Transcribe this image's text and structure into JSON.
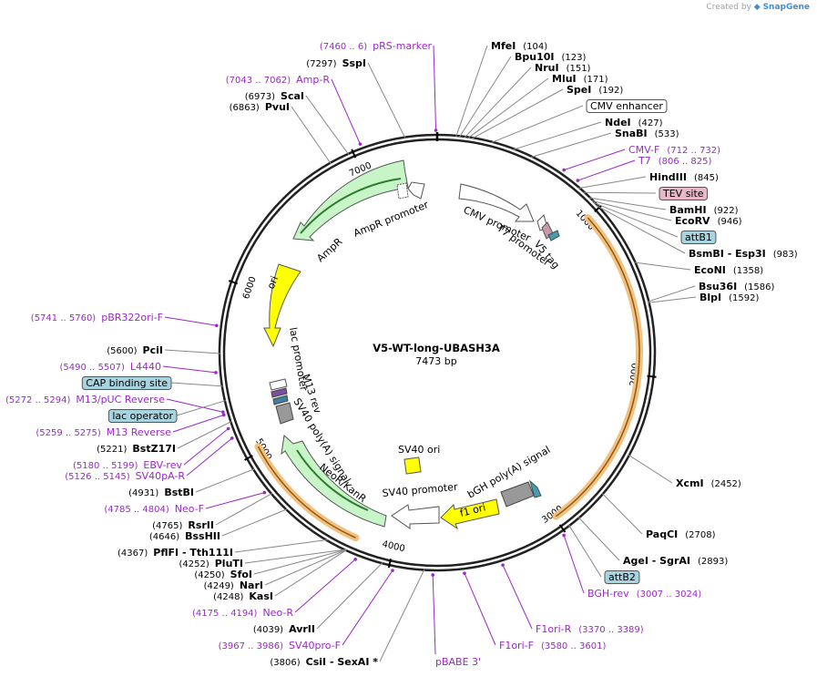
{
  "watermark": {
    "prefix": "Created by",
    "brand": "SnapGene"
  },
  "plasmid": {
    "name": "V5-WT-long-UBASH3A",
    "size_label": "7473 bp",
    "length": 7473
  },
  "colors": {
    "primer": "#9a28c8",
    "feature_green": "#c8f5c8",
    "feature_yellow": "#ffff00",
    "promoter_white": "#ffffff",
    "terminator_gray": "#999999",
    "orange_orf": "#f0a030",
    "misc_blue": "#a8d4e0",
    "misc_pink": "#e6b8c8"
  },
  "ticks": [
    {
      "bp": 1000,
      "label": "1000"
    },
    {
      "bp": 2000,
      "label": "2000"
    },
    {
      "bp": 3000,
      "label": "3000"
    },
    {
      "bp": 4000,
      "label": "4000"
    },
    {
      "bp": 5000,
      "label": "5000"
    },
    {
      "bp": 6000,
      "label": "6000"
    },
    {
      "bp": 7000,
      "label": "7000"
    }
  ],
  "labels": [
    {
      "id": "prs-marker",
      "kind": "primer",
      "name": "pRS-marker",
      "pos": "(7460 .. 6)",
      "bp": 7466,
      "side": "left"
    },
    {
      "id": "sspi",
      "kind": "enzyme",
      "name": "SspI",
      "pos": "(7297)",
      "bp": 7297,
      "side": "left"
    },
    {
      "id": "amp-r",
      "kind": "primer",
      "name": "Amp-R",
      "pos": "(7043 .. 7062)",
      "bp": 7052,
      "side": "left"
    },
    {
      "id": "scai",
      "kind": "enzyme",
      "name": "ScaI",
      "pos": "(6973)",
      "bp": 6973,
      "side": "left"
    },
    {
      "id": "pvui",
      "kind": "enzyme",
      "name": "PvuI",
      "pos": "(6863)",
      "bp": 6863,
      "side": "left"
    },
    {
      "id": "pbr322ori-f",
      "kind": "primer",
      "name": "pBR322ori-F",
      "pos": "(5741 .. 5760)",
      "bp": 5750,
      "side": "left"
    },
    {
      "id": "pcii",
      "kind": "enzyme",
      "name": "PciI",
      "pos": "(5600)",
      "bp": 5600,
      "side": "left"
    },
    {
      "id": "l4440",
      "kind": "primer",
      "name": "L4440",
      "pos": "(5490 .. 5507)",
      "bp": 5498,
      "side": "left"
    },
    {
      "id": "cap-binding-site",
      "kind": "misc",
      "name": "CAP binding site",
      "bp": 5420,
      "side": "left",
      "color": "#a8d4e0"
    },
    {
      "id": "m13-pUC-reverse",
      "kind": "primer",
      "name": "M13/pUC Reverse",
      "pos": "(5272 .. 5294)",
      "bp": 5283,
      "side": "left"
    },
    {
      "id": "lac-operator",
      "kind": "misc",
      "name": "lac operator",
      "bp": 5340,
      "side": "left",
      "color": "#a8d4e0"
    },
    {
      "id": "m13-reverse",
      "kind": "primer",
      "name": "M13 Reverse",
      "pos": "(5259 .. 5275)",
      "bp": 5267,
      "side": "left"
    },
    {
      "id": "bstz17i",
      "kind": "enzyme",
      "name": "BstZ17I",
      "pos": "(5221)",
      "bp": 5221,
      "side": "left"
    },
    {
      "id": "ebv-rev",
      "kind": "primer",
      "name": "EBV-rev",
      "pos": "(5180 .. 5199)",
      "bp": 5190,
      "side": "left"
    },
    {
      "id": "sv40pa-r",
      "kind": "primer",
      "name": "SV40pA-R",
      "pos": "(5126 .. 5145)",
      "bp": 5135,
      "side": "left"
    },
    {
      "id": "bstbi",
      "kind": "enzyme",
      "name": "BstBI",
      "pos": "(4931)",
      "bp": 4931,
      "side": "left"
    },
    {
      "id": "neo-f",
      "kind": "primer",
      "name": "Neo-F",
      "pos": "(4785 .. 4804)",
      "bp": 4795,
      "side": "left"
    },
    {
      "id": "rsrii",
      "kind": "enzyme",
      "name": "RsrII",
      "pos": "(4765)",
      "bp": 4765,
      "side": "left"
    },
    {
      "id": "bsshii",
      "kind": "enzyme",
      "name": "BssHII",
      "pos": "(4646)",
      "bp": 4646,
      "side": "left"
    },
    {
      "id": "pflfi",
      "kind": "enzyme",
      "name": "PflFI - Tth111I",
      "pos": "(4367)",
      "bp": 4367,
      "side": "left"
    },
    {
      "id": "pluti",
      "kind": "enzyme",
      "name": "PluTI",
      "pos": "(4252)",
      "bp": 4252,
      "side": "left"
    },
    {
      "id": "sfoi",
      "kind": "enzyme",
      "name": "SfoI",
      "pos": "(4250)",
      "bp": 4250,
      "side": "left"
    },
    {
      "id": "nari",
      "kind": "enzyme",
      "name": "NarI",
      "pos": "(4249)",
      "bp": 4249,
      "side": "left"
    },
    {
      "id": "kasi",
      "kind": "enzyme",
      "name": "KasI",
      "pos": "(4248)",
      "bp": 4248,
      "side": "left"
    },
    {
      "id": "neo-r",
      "kind": "primer",
      "name": "Neo-R",
      "pos": "(4175 .. 4194)",
      "bp": 4185,
      "side": "left"
    },
    {
      "id": "avrii",
      "kind": "enzyme",
      "name": "AvrII",
      "pos": "(4039)",
      "bp": 4039,
      "side": "left"
    },
    {
      "id": "sv40pro-f",
      "kind": "primer",
      "name": "SV40pro-F",
      "pos": "(3967 .. 3986)",
      "bp": 3977,
      "side": "left"
    },
    {
      "id": "csii",
      "kind": "enzyme",
      "name": "CsiI - SexAI *",
      "pos": "(3806)",
      "bp": 3806,
      "side": "left"
    },
    {
      "id": "pbabe3",
      "kind": "primer",
      "name": "pBABE 3'",
      "pos": "",
      "bp": 3760,
      "side": "center"
    },
    {
      "id": "f1ori-f",
      "kind": "primer",
      "name": "F1ori-F",
      "pos": "(3580 .. 3601)",
      "bp": 3590,
      "side": "right"
    },
    {
      "id": "f1ori-r",
      "kind": "primer",
      "name": "F1ori-R",
      "pos": "(3370 .. 3389)",
      "bp": 3380,
      "side": "right"
    },
    {
      "id": "bgh-rev",
      "kind": "primer",
      "name": "BGH-rev",
      "pos": "(3007 .. 3024)",
      "bp": 3015,
      "side": "right"
    },
    {
      "id": "attb2",
      "kind": "misc",
      "name": "attB2",
      "bp": 2960,
      "side": "right",
      "color": "#a8d4e0"
    },
    {
      "id": "agei",
      "kind": "enzyme",
      "name": "AgeI - SgrAI",
      "pos": "(2893)",
      "bp": 2893,
      "side": "right"
    },
    {
      "id": "paqci",
      "kind": "enzyme",
      "name": "PaqCI",
      "pos": "(2708)",
      "bp": 2708,
      "side": "right"
    },
    {
      "id": "xcmi",
      "kind": "enzyme",
      "name": "XcmI",
      "pos": "(2452)",
      "bp": 2452,
      "side": "right"
    },
    {
      "id": "blpi",
      "kind": "enzyme",
      "name": "BlpI",
      "pos": "(1592)",
      "bp": 1592,
      "side": "right"
    },
    {
      "id": "bsu36i",
      "kind": "enzyme",
      "name": "Bsu36I",
      "pos": "(1586)",
      "bp": 1586,
      "side": "right"
    },
    {
      "id": "econi",
      "kind": "enzyme",
      "name": "EcoNI",
      "pos": "(1358)",
      "bp": 1358,
      "side": "right"
    },
    {
      "id": "bsmbi",
      "kind": "enzyme",
      "name": "BsmBI - Esp3I",
      "pos": "(983)",
      "bp": 983,
      "side": "right"
    },
    {
      "id": "attb1",
      "kind": "misc",
      "name": "attB1",
      "bp": 960,
      "side": "right",
      "color": "#a8d4e0"
    },
    {
      "id": "ecorv",
      "kind": "enzyme",
      "name": "EcoRV",
      "pos": "(946)",
      "bp": 946,
      "side": "right"
    },
    {
      "id": "bamhi",
      "kind": "enzyme",
      "name": "BamHI",
      "pos": "(922)",
      "bp": 922,
      "side": "right"
    },
    {
      "id": "tev-site",
      "kind": "misc",
      "name": "TEV site",
      "bp": 880,
      "side": "right",
      "color": "#e6b8c8"
    },
    {
      "id": "hindiii",
      "kind": "enzyme",
      "name": "HindIII",
      "pos": "(845)",
      "bp": 845,
      "side": "right"
    },
    {
      "id": "t7",
      "kind": "primer",
      "name": "T7",
      "pos": "(806 .. 825)",
      "bp": 815,
      "side": "right"
    },
    {
      "id": "cmv-f",
      "kind": "primer",
      "name": "CMV-F",
      "pos": "(712 .. 732)",
      "bp": 722,
      "side": "right"
    },
    {
      "id": "snabi",
      "kind": "enzyme",
      "name": "SnaBI",
      "pos": "(533)",
      "bp": 533,
      "side": "right"
    },
    {
      "id": "ndei",
      "kind": "enzyme",
      "name": "NdeI",
      "pos": "(427)",
      "bp": 427,
      "side": "right"
    },
    {
      "id": "cmv-enhancer",
      "kind": "misc",
      "name": "CMV enhancer",
      "bp": 300,
      "side": "right",
      "color": "#ffffff"
    },
    {
      "id": "spei",
      "kind": "enzyme",
      "name": "SpeI",
      "pos": "(192)",
      "bp": 192,
      "side": "right"
    },
    {
      "id": "mlui",
      "kind": "enzyme",
      "name": "MluI",
      "pos": "(171)",
      "bp": 171,
      "side": "right"
    },
    {
      "id": "nrui",
      "kind": "enzyme",
      "name": "NruI",
      "pos": "(151)",
      "bp": 151,
      "side": "right"
    },
    {
      "id": "bpu10i",
      "kind": "enzyme",
      "name": "Bpu10I",
      "pos": "(123)",
      "bp": 123,
      "side": "right"
    },
    {
      "id": "mfei",
      "kind": "enzyme",
      "name": "MfeI",
      "pos": "(104)",
      "bp": 104,
      "side": "right"
    }
  ],
  "features": [
    {
      "id": "cmv-promoter",
      "name": "CMV promoter",
      "color": "#ffffff"
    },
    {
      "id": "t7-promoter",
      "name": "T7 promoter",
      "color": "#ffffff"
    },
    {
      "id": "v5-tag",
      "name": "V5 tag",
      "color": "#e6b8c8"
    },
    {
      "id": "bgh-polya",
      "name": "bGH poly(A) signal",
      "color": "#999999"
    },
    {
      "id": "f1-ori",
      "name": "f1 ori",
      "color": "#ffff00"
    },
    {
      "id": "sv40-promoter",
      "name": "SV40 promoter",
      "color": "#ffffff"
    },
    {
      "id": "sv40-ori",
      "name": "SV40 ori",
      "color": "#ffff00"
    },
    {
      "id": "neor-kanr",
      "name": "NeoR/KanR",
      "color": "#c8f5c8"
    },
    {
      "id": "sv40-polya",
      "name": "SV40 poly(A) signal",
      "color": "#999999"
    },
    {
      "id": "m13-rev",
      "name": "M13 rev",
      "color": "#ffffff"
    },
    {
      "id": "lac-promoter",
      "name": "lac promoter",
      "color": "#ffffff"
    },
    {
      "id": "ori",
      "name": "ori",
      "color": "#ffff00"
    },
    {
      "id": "ampr",
      "name": "AmpR",
      "color": "#c8f5c8"
    },
    {
      "id": "ampr-promoter",
      "name": "AmpR promoter",
      "color": "#ffffff"
    }
  ]
}
